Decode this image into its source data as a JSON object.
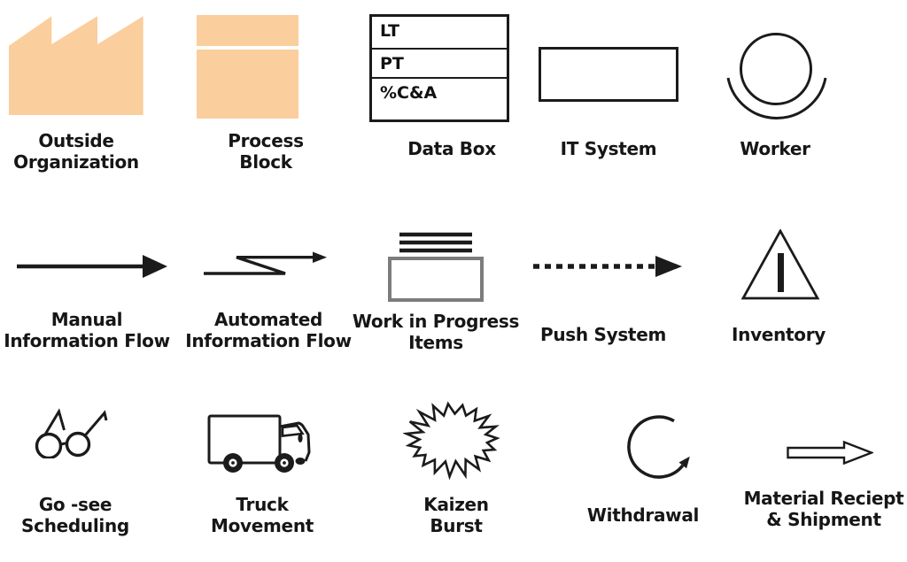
{
  "colors": {
    "shape-fill": "#FBCE9D",
    "ink": "#1B1B1B",
    "wip-border": "#7C7C7C"
  },
  "items": [
    {
      "id": "outside-organization",
      "label": "Outside\nOrganization",
      "icon": "factory"
    },
    {
      "id": "process-block",
      "label": "Process\nBlock",
      "icon": "shaded-block"
    },
    {
      "id": "data-box",
      "label": "Data Box",
      "icon": "data-box",
      "rows": [
        "LT",
        "PT",
        "%C&A"
      ]
    },
    {
      "id": "it-system",
      "label": "IT System",
      "icon": "rectangle"
    },
    {
      "id": "worker",
      "label": "Worker",
      "icon": "circle-over-arc"
    },
    {
      "id": "manual-information-flow",
      "label": "Manual\nInformation Flow",
      "icon": "solid-arrow"
    },
    {
      "id": "automated-information-flow",
      "label": "Automated\nInformation Flow",
      "icon": "zigzag-arrow"
    },
    {
      "id": "work-in-progress-items",
      "label": "Work in Progress\nItems",
      "icon": "box-with-lines"
    },
    {
      "id": "push-system",
      "label": "Push System",
      "icon": "dashed-arrow"
    },
    {
      "id": "inventory",
      "label": "Inventory",
      "icon": "triangle-i"
    },
    {
      "id": "go-see-scheduling",
      "label": "Go -see\nScheduling",
      "icon": "eyeglasses"
    },
    {
      "id": "truck-movement",
      "label": "Truck\nMovement",
      "icon": "truck"
    },
    {
      "id": "kaizen-burst",
      "label": "Kaizen\nBurst",
      "icon": "spiky-burst"
    },
    {
      "id": "withdrawal",
      "label": "Withdrawal",
      "icon": "circular-arrow"
    },
    {
      "id": "material-receipt-shipment",
      "label": "Material Reciept\n& Shipment",
      "icon": "outline-arrow"
    }
  ]
}
